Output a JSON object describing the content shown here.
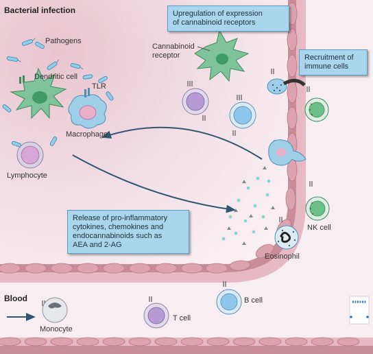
{
  "regions": {
    "tissue": "Bacterial infection",
    "blood": "Blood"
  },
  "callouts": {
    "upregulation": [
      "Upregulation of expression",
      "of cannabinoid receptors"
    ],
    "recruitment": [
      "Recruitment of",
      "immune cells"
    ],
    "release": [
      "Release of pro-inflammatory",
      "cytokines, chemokines and",
      "endocannabinoids such as",
      "AEA and 2-AG"
    ]
  },
  "labels": {
    "pathogens": "Pathogens",
    "dendritic_cell": "Dendritic cell",
    "tlr": "TLR",
    "macrophage": "Macrophage",
    "lymphocyte": "Lymphocyte",
    "cannabinoid_receptor": [
      "Cannabinoid",
      "receptor"
    ],
    "nk_cell": "NK cell",
    "eosinophil": "Eosinophil",
    "monocyte": "Monocyte",
    "t_cell": "T cell",
    "b_cell": "B cell"
  },
  "colors": {
    "tissue_bg": "#f3e2e8",
    "vessel_wall": "#c98c99",
    "endothelial": "#e7b9c4",
    "vessel_lumen": "#f7eef1",
    "callout_fill": "#a9d6ec",
    "dendritic": "#7fc39a",
    "macrophage": "#9fcfe8",
    "lymphocyte": "#c9a4d0",
    "t_cell": "#b79ad3",
    "b_cell": "#8fc7ea",
    "nk_cell": "#6cbf86",
    "arrow": "#2f5570"
  }
}
